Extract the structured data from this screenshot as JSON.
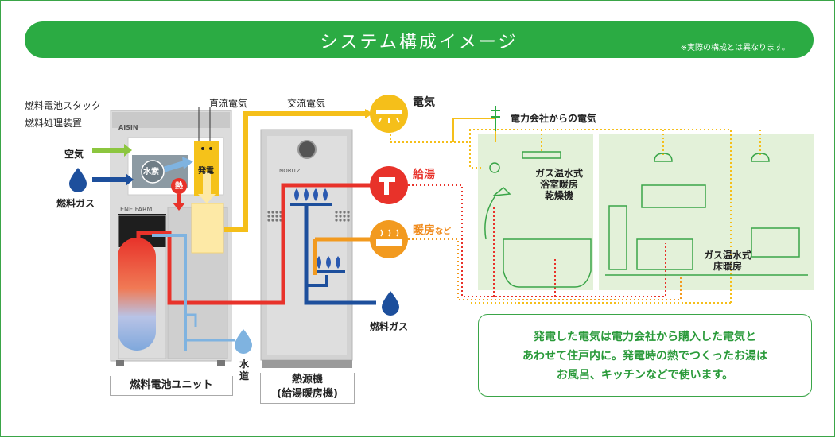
{
  "header": {
    "title": "システム構成イメージ",
    "note": "※実際の構成とは異なります。"
  },
  "labels": {
    "stack": "燃料電池スタック",
    "processor": "燃料処理装置",
    "air": "空気",
    "fuel_gas_left": "燃料ガス",
    "hydrogen": "水素",
    "power_gen": "発電",
    "heat": "熱",
    "dc": "直流電気",
    "ac": "交流電気",
    "electricity": "電気",
    "grid": "電力会社からの電気",
    "hot_water": "給湯",
    "heating": "暖房",
    "heating_suffix": "など",
    "fuel_gas_right": "燃料ガス",
    "water_line1": "水",
    "water_line2": "道",
    "bath_dryer_line1": "ガス温水式",
    "bath_dryer_line2": "浴室暖房",
    "bath_dryer_line3": "乾燥機",
    "floor_heat_line1": "ガス温水式",
    "floor_heat_line2": "床暖房",
    "unit_fuelcell": "燃料電池ユニット",
    "unit_heat_line1": "熱源機",
    "unit_heat_line2": "(給湯暖房機)",
    "brand_aisin": "AISIN",
    "brand_enefarm": "ENE·FARM",
    "brand_noritz": "NORITZ"
  },
  "info": {
    "line1": "発電した電気は電力会社から購入した電気と",
    "line2": "あわせて住戸内に。発電時の熱でつくったお湯は",
    "line3": "お風呂、キッチンなどで使います。"
  },
  "colors": {
    "green": "#2bab43",
    "yellow": "#f5bf1a",
    "red": "#e8322a",
    "blue": "#1d4f9c",
    "lightblue": "#7fb3e0",
    "orange": "#f29a1f",
    "roomgreen": "#e3f1d9"
  }
}
